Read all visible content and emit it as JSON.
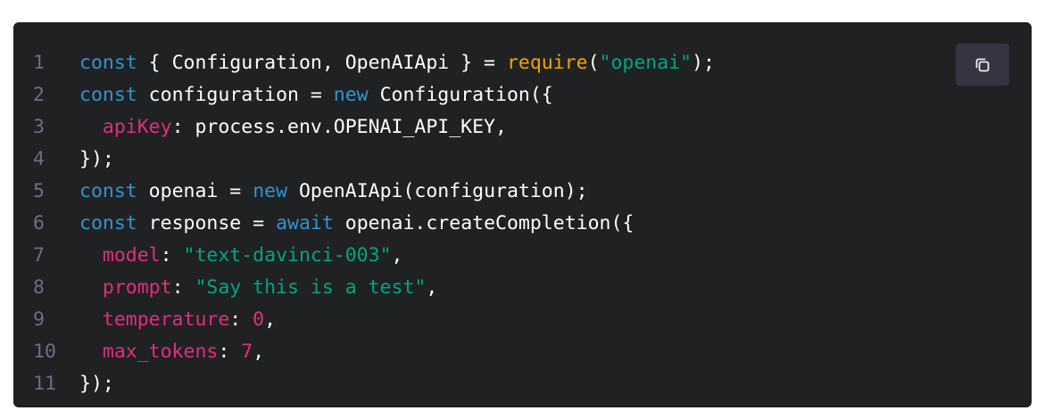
{
  "code_block": {
    "lines": [
      {
        "number": "1",
        "tokens": [
          {
            "t": "kw",
            "v": "const"
          },
          {
            "t": "plain",
            "v": " { Configuration, OpenAIApi } = "
          },
          {
            "t": "fn",
            "v": "require"
          },
          {
            "t": "plain",
            "v": "("
          },
          {
            "t": "str",
            "v": "\"openai\""
          },
          {
            "t": "plain",
            "v": ");"
          }
        ]
      },
      {
        "number": "2",
        "tokens": [
          {
            "t": "kw",
            "v": "const"
          },
          {
            "t": "plain",
            "v": " configuration = "
          },
          {
            "t": "kw",
            "v": "new"
          },
          {
            "t": "plain",
            "v": " Configuration({"
          }
        ]
      },
      {
        "number": "3",
        "tokens": [
          {
            "t": "plain",
            "v": "  "
          },
          {
            "t": "prop",
            "v": "apiKey"
          },
          {
            "t": "plain",
            "v": ": process.env.OPENAI_API_KEY,"
          }
        ]
      },
      {
        "number": "4",
        "tokens": [
          {
            "t": "plain",
            "v": "});"
          }
        ]
      },
      {
        "number": "5",
        "tokens": [
          {
            "t": "kw",
            "v": "const"
          },
          {
            "t": "plain",
            "v": " openai = "
          },
          {
            "t": "kw",
            "v": "new"
          },
          {
            "t": "plain",
            "v": " OpenAIApi(configuration);"
          }
        ]
      },
      {
        "number": "6",
        "tokens": [
          {
            "t": "kw",
            "v": "const"
          },
          {
            "t": "plain",
            "v": " response = "
          },
          {
            "t": "kw",
            "v": "await"
          },
          {
            "t": "plain",
            "v": " openai.createCompletion({"
          }
        ]
      },
      {
        "number": "7",
        "tokens": [
          {
            "t": "plain",
            "v": "  "
          },
          {
            "t": "prop",
            "v": "model"
          },
          {
            "t": "plain",
            "v": ": "
          },
          {
            "t": "str",
            "v": "\"text-davinci-003\""
          },
          {
            "t": "plain",
            "v": ","
          }
        ]
      },
      {
        "number": "8",
        "tokens": [
          {
            "t": "plain",
            "v": "  "
          },
          {
            "t": "prop",
            "v": "prompt"
          },
          {
            "t": "plain",
            "v": ": "
          },
          {
            "t": "str",
            "v": "\"Say this is a test\""
          },
          {
            "t": "plain",
            "v": ","
          }
        ]
      },
      {
        "number": "9",
        "tokens": [
          {
            "t": "plain",
            "v": "  "
          },
          {
            "t": "prop",
            "v": "temperature"
          },
          {
            "t": "plain",
            "v": ": "
          },
          {
            "t": "num",
            "v": "0"
          },
          {
            "t": "plain",
            "v": ","
          }
        ]
      },
      {
        "number": "10",
        "tokens": [
          {
            "t": "plain",
            "v": "  "
          },
          {
            "t": "prop",
            "v": "max_tokens"
          },
          {
            "t": "plain",
            "v": ": "
          },
          {
            "t": "num",
            "v": "7"
          },
          {
            "t": "plain",
            "v": ","
          }
        ]
      },
      {
        "number": "11",
        "tokens": [
          {
            "t": "plain",
            "v": "});"
          }
        ]
      }
    ]
  },
  "copy_button": {
    "icon": "copy-icon"
  },
  "colors": {
    "panel_background": "#202123",
    "keyword": "#2e95d3",
    "function": "#f0a500",
    "string": "#00a67d",
    "property": "#df3079",
    "line_number": "#6e6e80",
    "copy_button_background": "#343541"
  }
}
